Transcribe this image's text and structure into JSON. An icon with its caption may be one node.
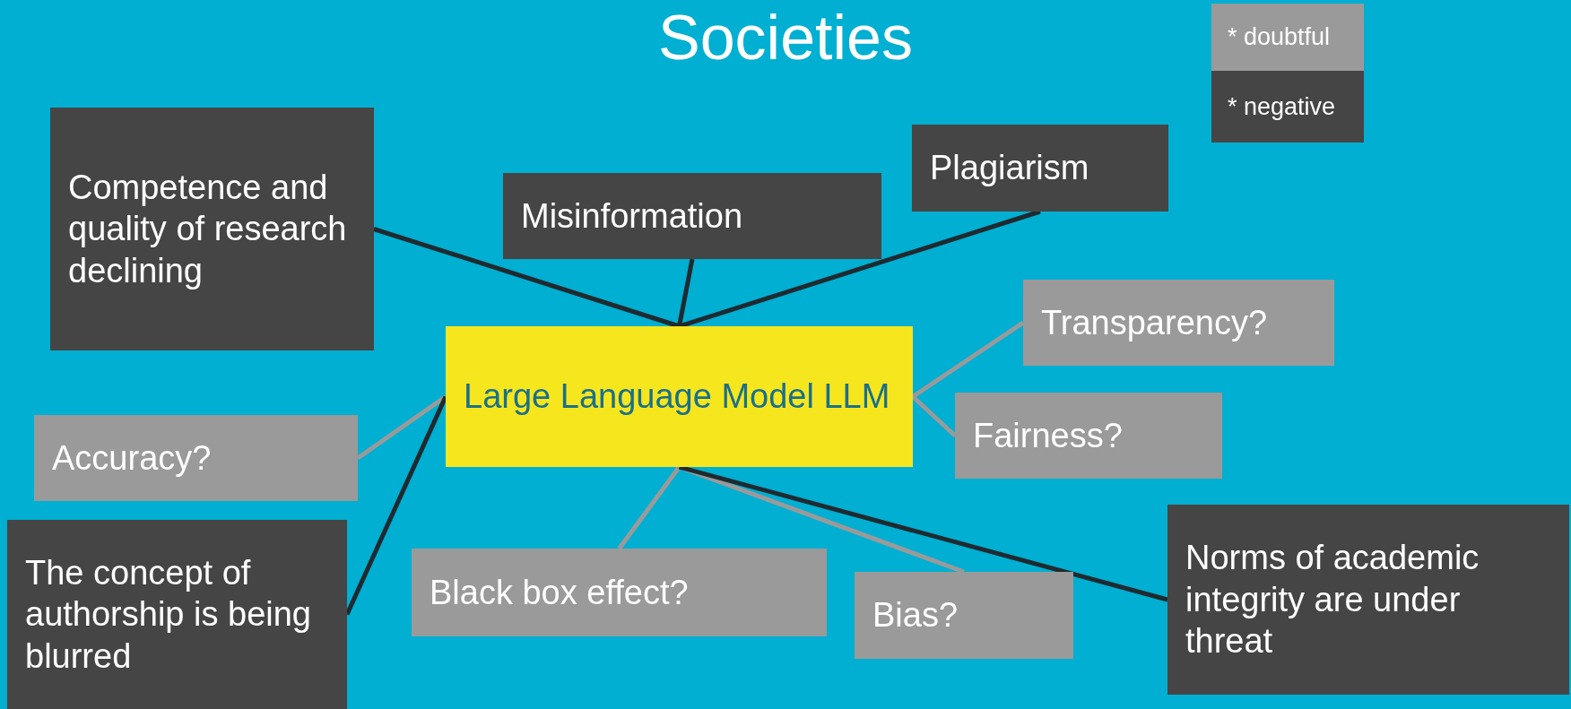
{
  "diagram": {
    "title": "Societies",
    "nodes": [
      {
        "text": [
          "Competence and quality of research declining"
        ]
      },
      {
        "text": [
          "Plagiarism"
        ]
      },
      {
        "text": [
          "Misinformation"
        ]
      },
      {
        "text": [
          "Large Language Model LLM"
        ]
      },
      {
        "text": [
          "Transparency?"
        ]
      },
      {
        "text": [
          "Accuracy?"
        ]
      },
      {
        "text": [
          "Fairness?"
        ]
      },
      {
        "text": [
          "The concept of authorship is being blurred"
        ]
      },
      {
        "text": [
          "Black box effect?"
        ]
      },
      {
        "text": [
          "Bias?"
        ]
      },
      {
        "text": [
          "Norms of academic integrity are under threat"
        ]
      }
    ],
    "edges": [
      {
        "from": 0,
        "to": 3,
        "arrow": "none"
      },
      {
        "from": 2,
        "to": 3,
        "arrow": "none"
      },
      {
        "from": 1,
        "to": 3,
        "arrow": "none"
      },
      {
        "from": 4,
        "to": 3,
        "arrow": "none",
        "color": "#9a9a9a"
      },
      {
        "from": 6,
        "to": 3,
        "arrow": "none",
        "color": "#9a9a9a"
      },
      {
        "from": 5,
        "to": 3,
        "arrow": "none",
        "color": "#9a9a9a"
      },
      {
        "from": 7,
        "to": 3,
        "arrow": "none"
      },
      {
        "from": 8,
        "to": 3,
        "arrow": "none",
        "color": "#9a9a9a"
      },
      {
        "from": 9,
        "to": 3,
        "arrow": "none",
        "color": "#9a9a9a"
      },
      {
        "from": 10,
        "to": 3,
        "arrow": "none"
      }
    ],
    "legend": [
      {
        "text": "* doubtful",
        "color": "#9a9a9a"
      },
      {
        "text": "* negative",
        "color": "#454545"
      }
    ]
  }
}
